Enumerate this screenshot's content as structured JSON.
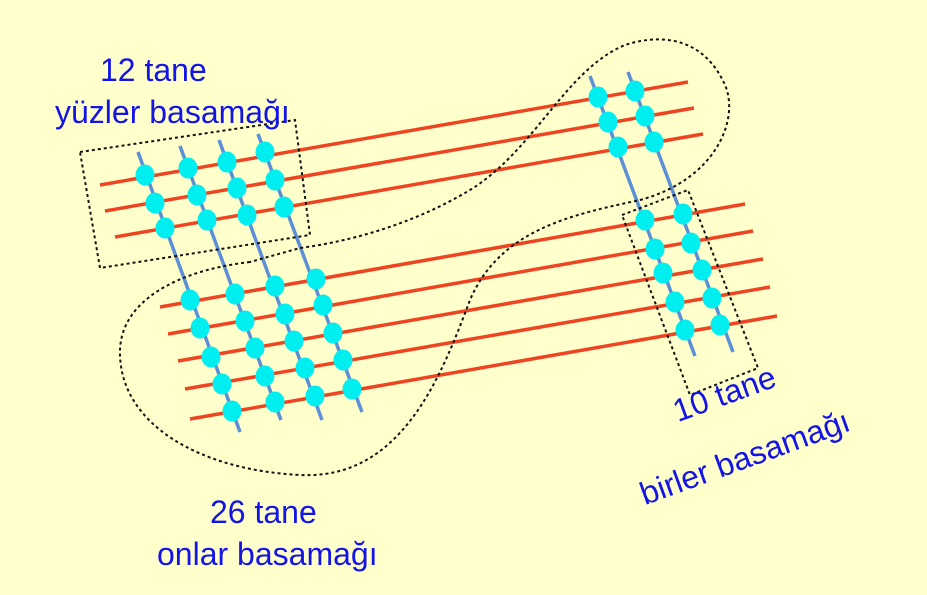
{
  "labels": {
    "hundreds": {
      "count": "12 tane",
      "name": "yüzler basamağı"
    },
    "tens": {
      "count": "26 tane",
      "name": "onlar basamağı"
    },
    "units": {
      "count": "10 tane",
      "name": "birler basamağı"
    }
  },
  "colors": {
    "background": "#ffffcc",
    "text": "#1414e6",
    "wire": "#ee4422",
    "rod": "#5b8fd6",
    "bead": "#00eef0"
  }
}
